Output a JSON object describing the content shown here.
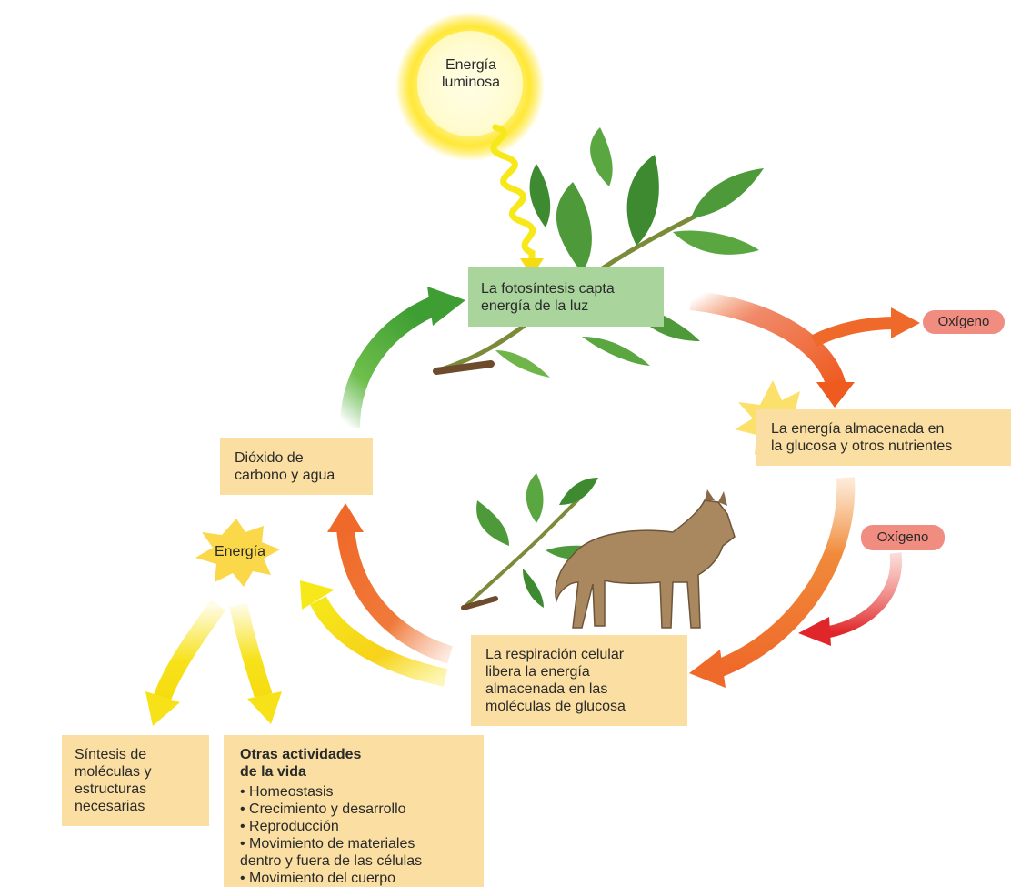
{
  "sun": {
    "lines": [
      "Energía",
      "luminosa"
    ]
  },
  "photosynthesis": {
    "lines": [
      "La fotosíntesis capta",
      "energía de la luz"
    ]
  },
  "oxygen_out": "Oxígeno",
  "stored_energy": {
    "lines": [
      "La energía almacenada en",
      "la glucosa y otros nutrientes"
    ]
  },
  "oxygen_in": "Oxígeno",
  "respiration": {
    "lines": [
      "La respiración celular",
      "libera la energía",
      "almacenada en las",
      "moléculas de glucosa"
    ]
  },
  "co2_water": {
    "lines": [
      "Dióxido de",
      "carbono y agua"
    ]
  },
  "energy_burst": "Energía",
  "synthesis": {
    "lines": [
      "Síntesis de",
      "moléculas y",
      "estructuras",
      "necesarias"
    ]
  },
  "other_activities": {
    "title_lines": [
      "Otras actividades",
      "de la vida"
    ],
    "items": [
      "• Homeostasis",
      "• Crecimiento y desarrollo",
      "• Reproducción",
      "• Movimiento de materiales",
      "dentro y fuera de las células",
      "• Movimiento del cuerpo"
    ]
  },
  "colors": {
    "box_fill": "#fbdfa2",
    "green_box": "#a9d49c",
    "oxygen_pill": "#f08c80",
    "arrow_orange": "#ef6a2a",
    "arrow_green": "#4caf3c",
    "arrow_yellow": "#f7e21a",
    "arrow_red": "#e0262a"
  }
}
